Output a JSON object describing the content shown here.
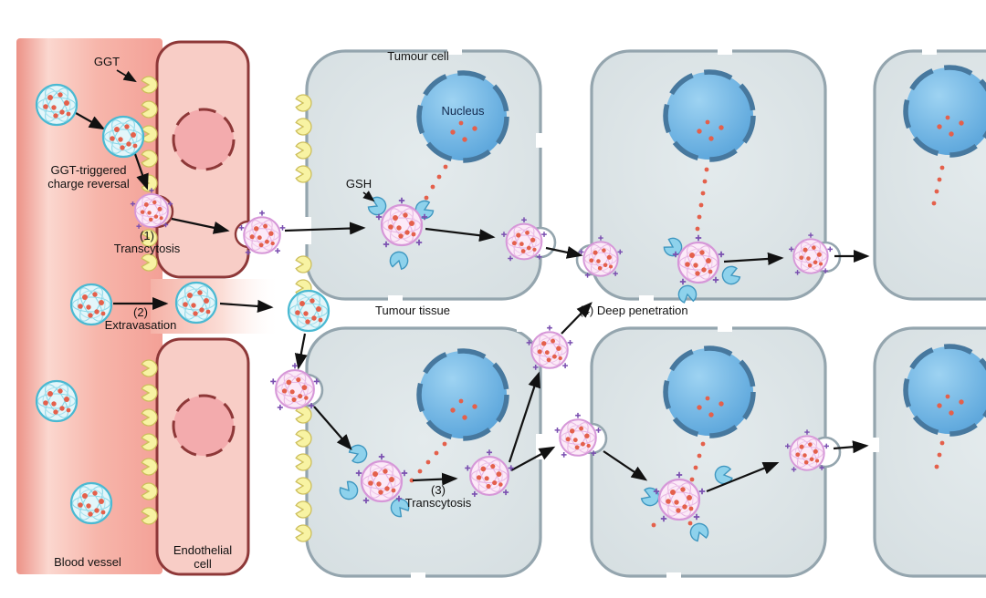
{
  "labels": {
    "ggt": "GGT",
    "charge_reversal_line1": "GGT-triggered",
    "charge_reversal_line2": "charge reversal",
    "step1_num": "(1)",
    "step1_name": "Transcytosis",
    "step2_num": "(2)",
    "step2_name": "Extravasation",
    "step3_num": "(3)",
    "step3_name": "Transcytosis",
    "step4": "(4) Deep penetration",
    "tumour_cell": "Tumour cell",
    "tumour_tissue": "Tumour tissue",
    "nucleus": "Nucleus",
    "gsh": "GSH",
    "blood_vessel": "Blood vessel",
    "endothelial_line1": "Endothelial",
    "endothelial_line2": "cell"
  },
  "icons": {
    "ggt_enzyme_icon": "yellow pac-man enzyme on cell membranes",
    "gsh_icon": "blue pac-man glutathione molecule",
    "nanoparticle_cyan_icon": "cyan mesh nanoparticle loaded with red drug dots (negative charge)",
    "nanoparticle_pink_icon": "pink mesh nanoparticle with red drug dots and purple plus charges (after charge reversal)",
    "drug_dot_icon": "small red drug molecule dot",
    "arrow_icon": "black flow arrow"
  },
  "colors": {
    "blood_vessel": "#f3a096",
    "endothelial_fill": "#f8cdc6",
    "endothelial_border": "#8e3838",
    "tumour_cell_fill": "#dce3e6",
    "tumour_cell_border": "#94a5ae",
    "nucleus_fill": "#63abde",
    "nucleus_border": "#47789e",
    "ggt_yellow": "#f8f3a3",
    "gsh_blue": "#8ed2ec",
    "nanoparticle_cyan": "#4ab9d2",
    "nanoparticle_pink": "#d697d8",
    "drug_red": "#e4604b",
    "charge_purple": "#7a4fb0",
    "arrow_black": "#111111"
  }
}
